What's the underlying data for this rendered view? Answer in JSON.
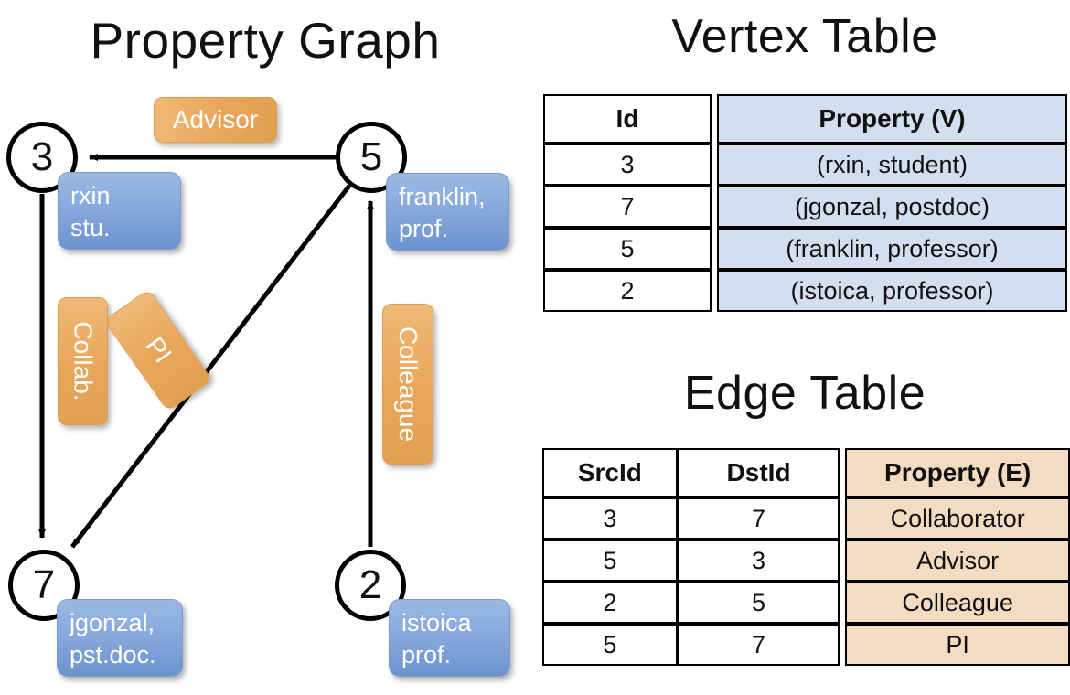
{
  "titles": {
    "graph": "Property Graph",
    "vertex_table": "Vertex Table",
    "edge_table": "Edge Table"
  },
  "colors": {
    "vertex_property_fill": "#d3deef",
    "edge_property_fill": "#f4dcc2",
    "node_box_blue": "#88a9dc",
    "edge_label_orange": "#e9a65a",
    "stroke": "#000000",
    "background": "#ffffff"
  },
  "graph": {
    "nodes": [
      {
        "id": "3",
        "property_line1": "rxin",
        "property_line2": "stu."
      },
      {
        "id": "5",
        "property_line1": "franklin,",
        "property_line2": "prof."
      },
      {
        "id": "7",
        "property_line1": "jgonzal,",
        "property_line2": "pst.doc."
      },
      {
        "id": "2",
        "property_line1": "istoica",
        "property_line2": "prof."
      }
    ],
    "edge_labels": [
      {
        "text": "Advisor",
        "orientation": "horizontal"
      },
      {
        "text": "Collab.",
        "orientation": "vertical"
      },
      {
        "text": "PI",
        "orientation": "rotated"
      },
      {
        "text": "Colleague",
        "orientation": "vertical"
      }
    ],
    "edges": [
      {
        "from": "5",
        "to": "3",
        "label": "Advisor"
      },
      {
        "from": "3",
        "to": "7",
        "label": "Collab."
      },
      {
        "from": "5",
        "to": "7",
        "label": "PI"
      },
      {
        "from": "2",
        "to": "5",
        "label": "Colleague"
      }
    ]
  },
  "vertex_table": {
    "headers": [
      "Id",
      "Property (V)"
    ],
    "rows": [
      {
        "id": "3",
        "property": "(rxin, student)"
      },
      {
        "id": "7",
        "property": "(jgonzal, postdoc)"
      },
      {
        "id": "5",
        "property": "(franklin, professor)"
      },
      {
        "id": "2",
        "property": "(istoica, professor)"
      }
    ]
  },
  "edge_table": {
    "headers": [
      "SrcId",
      "DstId",
      "Property (E)"
    ],
    "rows": [
      {
        "src": "3",
        "dst": "7",
        "property": "Collaborator"
      },
      {
        "src": "5",
        "dst": "3",
        "property": "Advisor"
      },
      {
        "src": "2",
        "dst": "5",
        "property": "Colleague"
      },
      {
        "src": "5",
        "dst": "7",
        "property": "PI"
      }
    ]
  }
}
